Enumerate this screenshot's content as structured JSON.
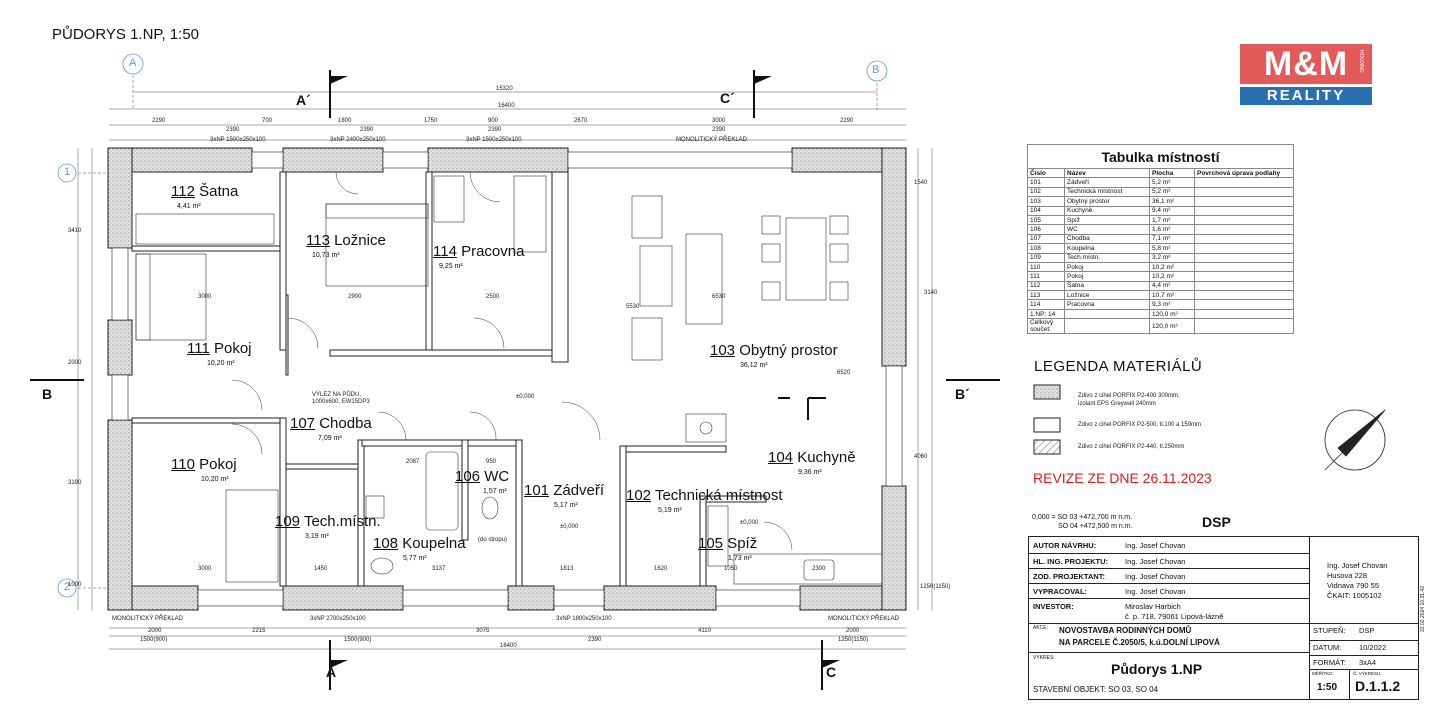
{
  "sheet_title": "PŮDORYS 1.NP, 1:50",
  "grid_axes": {
    "a": "A",
    "b": "B",
    "one": "1",
    "two": "2"
  },
  "section_marks": {
    "a_top": "A´",
    "a_bot": "A",
    "c_top": "C´",
    "c_bot": "C",
    "b_left": "B",
    "b_right": "B´"
  },
  "dimensions": {
    "overall_inner": "15320",
    "overall_outer": "16400",
    "bottom_overall": "16400",
    "top_chain": [
      "2290",
      "700",
      "1800",
      "1750",
      "900",
      "2670",
      "3000",
      "2290"
    ],
    "top_sub": [
      "2390",
      "2390",
      "2390",
      "2390"
    ],
    "openings_top": [
      "3xNP 1500x250x100",
      "3xNP 2400x250x100",
      "3xNP 1500x250x100",
      "MONOLITICKÝ PŘEKLAD"
    ],
    "bottom_chain": [
      "2000",
      "2215",
      "3075",
      "4110",
      "2000"
    ],
    "bottom_sub": [
      "1500(900)",
      "1500(900)",
      "2390",
      "1250(1150)"
    ],
    "openings_bottom": [
      "MONOLITICKÝ PŘEKLAD",
      "3xNP 2700x250x100",
      "3xNP 1800x250x100",
      "MONOLITICKÝ PŘEKLAD"
    ],
    "left_chain": [
      "3410",
      "2000",
      "3190",
      "1000"
    ],
    "right_chain": [
      "1540",
      "3140",
      "4060",
      "1250(1150)"
    ],
    "interior": [
      "3000",
      "2900",
      "2500",
      "6530",
      "3000",
      "1450",
      "3137",
      "1813",
      "1620",
      "1050",
      "2300",
      "2087",
      "950",
      "5530",
      "6520"
    ],
    "level_marks": [
      "±0,000",
      "±0,000",
      "±0,000"
    ],
    "vylez": "VÝLEZ NA PŮDU, 1000x600, EW15DP3",
    "do_stropu": "(do stropu)"
  },
  "rooms": [
    {
      "num": "112",
      "name": "Šatna",
      "area": "4,41 m²"
    },
    {
      "num": "113",
      "name": "Ložnice",
      "area": "10,73 m²"
    },
    {
      "num": "114",
      "name": "Pracovna",
      "area": "9,25 m²"
    },
    {
      "num": "111",
      "name": "Pokoj",
      "area": "10,20 m²"
    },
    {
      "num": "103",
      "name": "Obytný prostor",
      "area": "36,12 m²"
    },
    {
      "num": "107",
      "name": "Chodba",
      "area": "7,09 m²"
    },
    {
      "num": "110",
      "name": "Pokoj",
      "area": "10,20 m²"
    },
    {
      "num": "106",
      "name": "WC",
      "area": "1,57 m²"
    },
    {
      "num": "101",
      "name": "Zádveří",
      "area": "5,17 m²"
    },
    {
      "num": "102",
      "name": "Technická místnost",
      "area": "5,19 m²"
    },
    {
      "num": "104",
      "name": "Kuchyně",
      "area": "9,36 m²"
    },
    {
      "num": "109",
      "name": "Tech.místn.",
      "area": "3,19 m²"
    },
    {
      "num": "108",
      "name": "Koupelna",
      "area": "5,77 m²"
    },
    {
      "num": "105",
      "name": "Spíž",
      "area": "1,73 m²"
    }
  ],
  "logo": {
    "top": "M&M",
    "bottom": "REALITY",
    "tag": "HOLDING"
  },
  "room_table": {
    "title": "Tabulka místností",
    "headers": [
      "Číslo",
      "Název",
      "Plocha",
      "Povrchová úprava podlahy"
    ],
    "rows": [
      [
        "101",
        "Zádveří",
        "5,2 m²",
        ""
      ],
      [
        "102",
        "Technická místnost",
        "5,2 m²",
        ""
      ],
      [
        "103",
        "Obytný prostor",
        "36,1 m²",
        ""
      ],
      [
        "104",
        "Kuchyně",
        "9,4 m²",
        ""
      ],
      [
        "105",
        "Spíž",
        "1,7 m²",
        ""
      ],
      [
        "106",
        "WC",
        "1,6 m²",
        ""
      ],
      [
        "107",
        "Chodba",
        "7,1 m²",
        ""
      ],
      [
        "108",
        "Koupelna",
        "5,8 m²",
        ""
      ],
      [
        "109",
        "Tech.místn.",
        "3,2 m²",
        ""
      ],
      [
        "110",
        "Pokoj",
        "10,2 m²",
        ""
      ],
      [
        "111",
        "Pokoj",
        "10,2 m²",
        ""
      ],
      [
        "112",
        "Šatna",
        "4,4 m²",
        ""
      ],
      [
        "113",
        "Ložnice",
        "10,7 m²",
        ""
      ],
      [
        "114",
        "Pracovna",
        "9,3 m²",
        ""
      ],
      [
        "1.NP: 14",
        "",
        "120,0 m²",
        ""
      ],
      [
        "Celkový součet:",
        "",
        "120,0 m²",
        ""
      ]
    ]
  },
  "legend": {
    "title": "LEGENDA MATERIÁLŮ",
    "items": [
      {
        "text": "Zdivo z cihel PORFIX P2-400 300mm, izolant EPS Greywall 240mm",
        "pattern": "dots"
      },
      {
        "text": "Zdivo z cihel PORFIX P2-500, tl.100 a 150mm",
        "pattern": "empty"
      },
      {
        "text": "Zdivo z cihel PORFIX P2-440, tl.250mm",
        "pattern": "hatch"
      }
    ]
  },
  "revize": "REVIZE ZE DNE 26.11.2023",
  "elevations": [
    "0,000 = SO 03 +472,700 m n.m.",
    "SO 04 +472,500 m n.m."
  ],
  "dsp": "DSP",
  "title_block": {
    "autor_label": "AUTOR NÁVRHU:",
    "autor": "Ing. Josef Chovan",
    "hip_label": "HL. ING. PROJEKTU:",
    "hip": "Ing. Josef Chovan",
    "zod_label": "ZOD. PROJEKTANT:",
    "zod": "Ing. Josef Chovan",
    "vyp_label": "VYPRACOVAL:",
    "vyp": "Ing. Josef Chovan",
    "inv_label": "INVESTOR:",
    "inv1": "Miroslav Harbich",
    "inv2": "č. p. 718, 79061 Lipová-lázně",
    "addr": [
      "Ing. Josef Chovan",
      "Husova 228",
      "Vidnava 790 55",
      "ČKAIT: 1005102"
    ],
    "akce_label": "AKCE:",
    "akce1": "NOVOSTAVBA RODINNÝCH DOMŮ",
    "akce2": "NA PARCELE Č.2050/5, k.ú.DOLNÍ LIPOVÁ",
    "vykres_label": "VÝKRES:",
    "vykres": "Půdorys 1.NP",
    "stavebni": "STAVEBNÍ OBJEKT: SO 03, SO 04",
    "stupen_label": "STUPEŇ:",
    "stupen": "DSP",
    "datum_label": "DATUM:",
    "datum": "10/2022",
    "format_label": "FORMÁT:",
    "format": "3xA4",
    "meritko_label": "MĚŘÍTKO:",
    "meritko": "1:50",
    "cislo_label": "Č. VÝKRESU:",
    "cislo": "D.1.1.2",
    "stamp": "22.02.2024 10:31:42"
  },
  "colors": {
    "wall_fill": "#d9d9d9",
    "revize": "#d62020",
    "logo_red": "#e25a5a",
    "logo_blue": "#2b6fb3"
  }
}
